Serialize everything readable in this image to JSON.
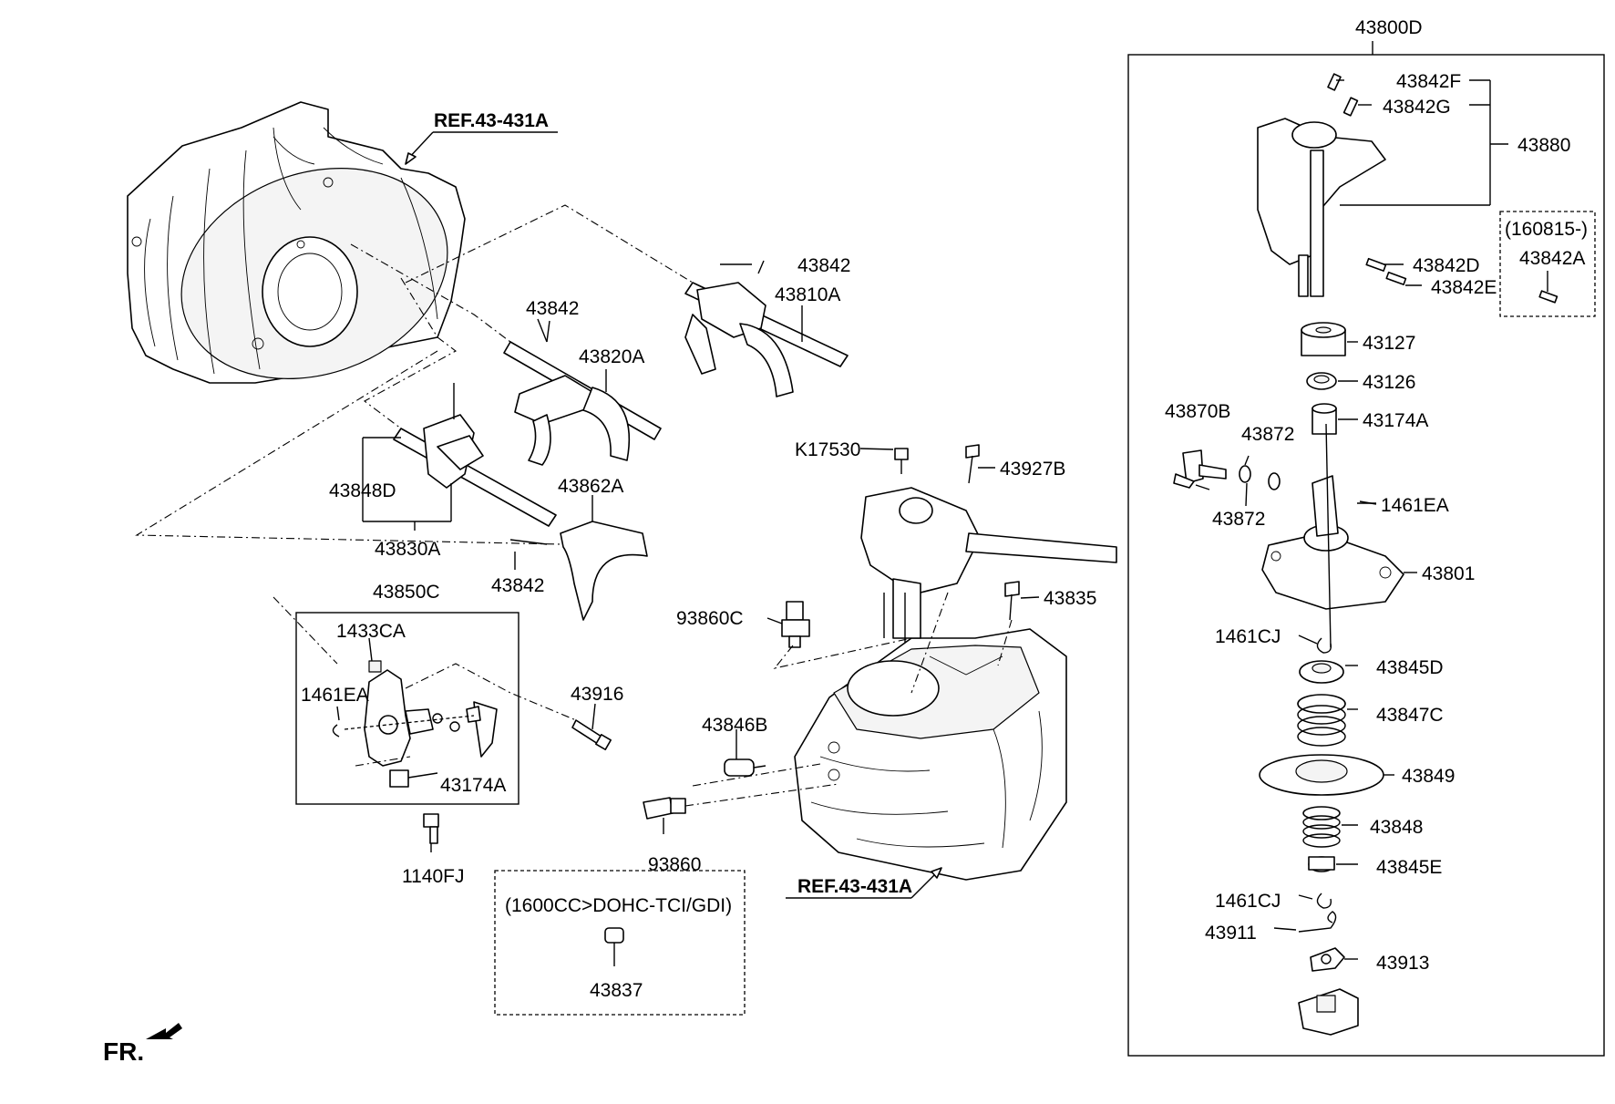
{
  "callouts": {
    "c43800D": "43800D",
    "c43842F": "43842F",
    "c43842G": "43842G",
    "c43880": "43880",
    "c160815": "(160815-)",
    "c43842A": "43842A",
    "c43842D": "43842D",
    "c43842E": "43842E",
    "c43127": "43127",
    "c43126": "43126",
    "c43870B": "43870B",
    "c43872a": "43872",
    "c43872b": "43872",
    "c43174A_r": "43174A",
    "c1461EA_r": "1461EA",
    "c43801": "43801",
    "c1461CJ_a": "1461CJ",
    "c43845D": "43845D",
    "c43847C": "43847C",
    "c43849": "43849",
    "c43848": "43848",
    "c43845E": "43845E",
    "c1461CJ_b": "1461CJ",
    "c43911": "43911",
    "c43913": "43913",
    "c43842_top": "43842",
    "c43810A": "43810A",
    "c43842_mid": "43842",
    "c43820A": "43820A",
    "c43848D": "43848D",
    "c43862A": "43862A",
    "c43830A": "43830A",
    "c43842_low": "43842",
    "c43850C": "43850C",
    "c1433CA": "1433CA",
    "c1461EA_l": "1461EA",
    "c43174A_l": "43174A",
    "c43916": "43916",
    "c1140FJ": "1140FJ",
    "cK17530": "K17530",
    "c43927B": "43927B",
    "c93860C": "93860C",
    "c43835": "43835",
    "c43846B": "43846B",
    "c93860": "93860",
    "c1600cc": "(1600CC>DOHC-TCI/GDI)",
    "c43837": "43837"
  },
  "references": {
    "ref_top": "REF.43-431A",
    "ref_bottom": "REF.43-431A"
  },
  "orientation": {
    "front_label": "FR."
  }
}
